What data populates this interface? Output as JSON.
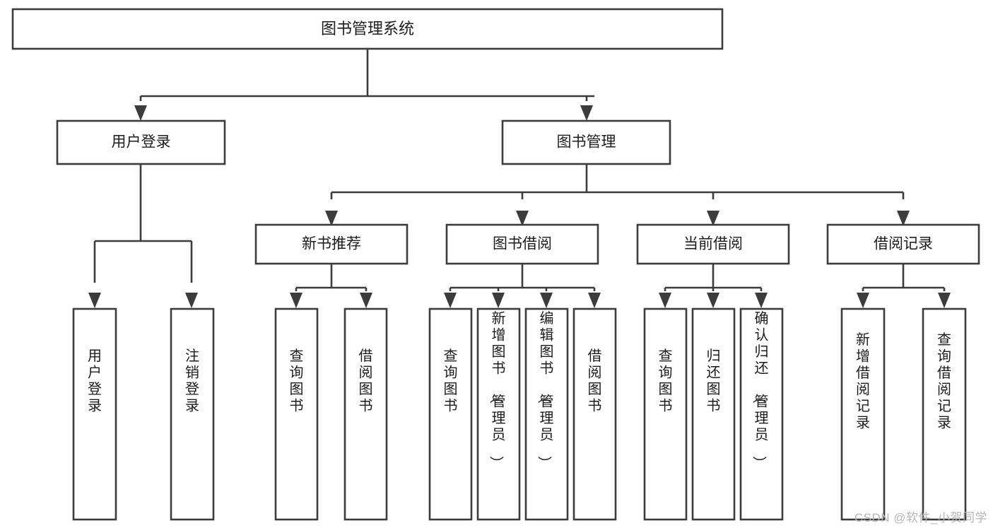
{
  "diagram": {
    "type": "tree",
    "title": "图书管理系统",
    "watermark": "CSDN @软件_小贺同学",
    "colors": {
      "background": "#ffffff",
      "stroke": "#3c3c3c",
      "text": "#1c1c1c",
      "watermark": "#b6b6b6"
    },
    "nodes": {
      "root": {
        "label": "图书管理系统"
      },
      "level1": [
        {
          "label": "用户登录"
        },
        {
          "label": "图书管理"
        }
      ],
      "level2": [
        {
          "label": "新书推荐"
        },
        {
          "label": "图书借阅"
        },
        {
          "label": "当前借阅"
        },
        {
          "label": "借阅记录"
        }
      ],
      "leaves": [
        {
          "label": "用户登录",
          "parent": "用户登录"
        },
        {
          "label": "注销登录",
          "parent": "用户登录"
        },
        {
          "label": "查询图书",
          "parent": "新书推荐"
        },
        {
          "label": "借阅图书",
          "parent": "新书推荐"
        },
        {
          "label": "查询图书",
          "parent": "图书借阅"
        },
        {
          "label": "新增图书（管理员）",
          "parent": "图书借阅"
        },
        {
          "label": "编辑图书（管理员）",
          "parent": "图书借阅"
        },
        {
          "label": "借阅图书",
          "parent": "图书借阅"
        },
        {
          "label": "查询图书",
          "parent": "当前借阅"
        },
        {
          "label": "归还图书",
          "parent": "当前借阅"
        },
        {
          "label": "确认归还（管理员）",
          "parent": "当前借阅"
        },
        {
          "label": "新增借阅记录",
          "parent": "借阅记录"
        },
        {
          "label": "查询借阅记录",
          "parent": "借阅记录"
        }
      ]
    }
  }
}
